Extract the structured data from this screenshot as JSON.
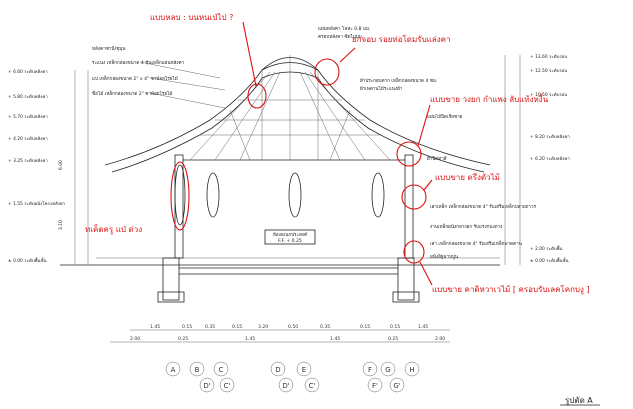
{
  "annotations": {
    "top_left": "แบบหลบ : บนหนเป่ไป ?",
    "top_right": "ยกจอบ รอยท่อโดมรับแล่งคา",
    "mid_right": "แบบขาย วงยก กำแพง ลับแท้งหงี้น",
    "right_wall": "แบบขาย ตรึงตัวไม้",
    "left_wall": "ทเค็ดครู แป่ ด่วง",
    "bottom_right": "แบบขาย คาดิหวาเวไม้ [ ครอบรับเลคโคกบงู ]"
  },
  "notes": {
    "ridge": "แผ่นหลังคา โลหะ 0.8 มม.",
    "ridge2": "ครอบหลังคา ซีดไม่มม.",
    "left1": "หลังคาซ่านี/ชุมุน",
    "left2": "ระแนง เหล็กกล่องขนาด 4 ชุ้นเหล็กแผ่นหลังคา",
    "left3": "แป เหล็กกล่องขนาด 2\" x 4\" ชาพ้อยโรยไม้",
    "left4": "ขื่อไม้ เหล็กกล่องขนาด 2\" ซาพ้อยโรยไม้",
    "right1": "ฝ้าประกอบดาก เหล็กกล่องขนาด 4 ซม.",
    "right2": "ฝ้าเพดานไม้ระแนงฝ้า",
    "right3": "แผ่นไม้ปิดเชิงชาย",
    "right4": "ฝ้าปิดทาสี",
    "right5": "เสาเหล็ก เหล็กกล่องขนาด 4\" รับเสริมเหล็กปลายถาวร",
    "right6": "งานเหล็กผนังกลางยก รับแรงกนงถ่าง",
    "right7": "เสา เหล็กกล่องขนาด 4\" รับเสริมเหล็กพาดคาน",
    "right8": "ผนังอิฐฉาบปูน"
  },
  "levels_left": [
    "+ 6.60  ระดับหลังคา",
    "+ 5.80  ระดับหลังคา",
    "+ 5.70  ระดับหลังคา",
    "+ 4.20  ระดับหลังคา",
    "+ 3.25  ระดับหลังคา",
    "+ 1.55  ระดับผนังโครงหลังคา",
    "± 0.00  ระดับพื้นชั้น"
  ],
  "levels_right": [
    "+ 13.60  ระดับรอบ",
    "+ 12.50  ระดับรอบ",
    "+ 10.50  ระดับรอบ",
    "+ 8.20  ระดับหลังคา",
    "+ 6.20  ระดับหลังคา",
    "+ 2.00  ระดับพื้น",
    "± 0.00  ระดับพื้นชั้น"
  ],
  "room_label": {
    "line1": "ห้องอเนกประสงค์",
    "line2": "F.F. + 0.25"
  },
  "dims_row1": [
    "1.45",
    "0.15",
    "0.35",
    "0.15",
    "3.20",
    "0.50",
    "0.35",
    "0.15",
    "0.15",
    "1.45"
  ],
  "dims_row2": [
    "2.00",
    "0.25",
    "1.45",
    "1.45",
    "0.25",
    "2.00"
  ],
  "grid_top": [
    "A",
    "B",
    "C",
    "D",
    "E",
    "F",
    "G",
    "H"
  ],
  "grid_bottom": [
    "D'",
    "C'",
    "D'",
    "C'",
    "F'",
    "G'"
  ],
  "section_title": "รูปตัด A",
  "left_height": "6.00",
  "mid_height": "3.10"
}
